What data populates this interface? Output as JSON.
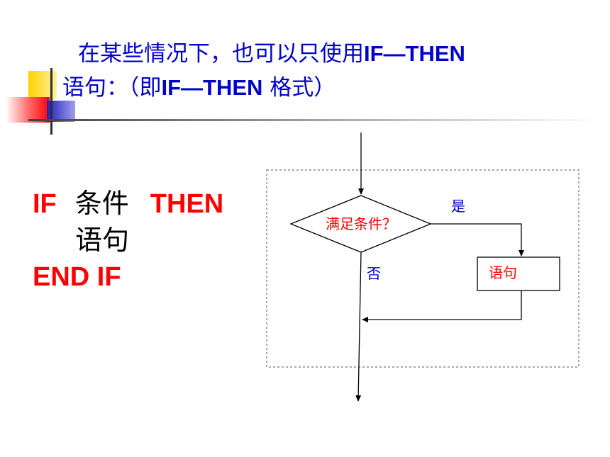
{
  "slide": {
    "title_line1_zh": "在某些情况下，也可以只使用",
    "title_line1_en": "IF—THEN",
    "title_line2_zh_a": "语句：（即",
    "title_line2_en": "IF—THEN",
    "title_line2_zh_b": " 格式）"
  },
  "code": {
    "if_kw": "IF",
    "condition": "条件",
    "then_kw": "THEN",
    "statement": "语句",
    "endif_kw": "END IF"
  },
  "flowchart": {
    "decision": "满足条件？",
    "yes": "是",
    "no": "否",
    "process": "语句"
  },
  "colors": {
    "title": "#0000cc",
    "keyword": "#ff0000",
    "label_blue": "#0000cc",
    "label_red": "#ff0000"
  }
}
